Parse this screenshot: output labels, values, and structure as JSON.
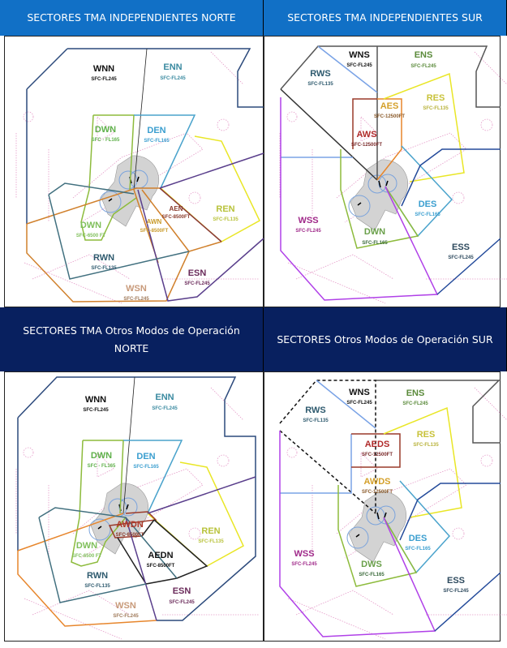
{
  "headers": [
    "SECTORES TMA INDEPENDIENTES NORTE",
    "SECTORES TMA INDEPENDIENTES SUR",
    "SECTORES TMA Otros Modos de Operación NORTE",
    "SECTORES Otros Modos de Operación SUR"
  ],
  "colors": {
    "header_top": "#1170c6",
    "header_bottom": "#08205f",
    "airport_area": "#d3d3d3",
    "airspace_lines": "#e59ac8"
  },
  "panels": [
    {
      "sectors": [
        {
          "name": "WNN",
          "limits": "SFC-FL245"
        },
        {
          "name": "ENN",
          "limits": "SFC-FL245"
        },
        {
          "name": "DWN",
          "limits": "SFC - FL165"
        },
        {
          "name": "DEN",
          "limits": "SFC-FL165"
        },
        {
          "name": "AEN",
          "limits": "SFC-8500FT"
        },
        {
          "name": "AWN",
          "limits": "SFC-8500FT"
        },
        {
          "name": "REN",
          "limits": "SFC-FL135"
        },
        {
          "name": "DWN",
          "limits": "SFC-6500 FT"
        },
        {
          "name": "RWN",
          "limits": "SFC-FL135"
        },
        {
          "name": "ESN",
          "limits": "SFC-FL245"
        },
        {
          "name": "WSN",
          "limits": "SFC-FL245"
        }
      ]
    },
    {
      "sectors": [
        {
          "name": "WNS",
          "limits": "SFC-FL245"
        },
        {
          "name": "ENS",
          "limits": "SFC-FL245"
        },
        {
          "name": "RWS",
          "limits": "SFC-FL135"
        },
        {
          "name": "RES",
          "limits": "SFC-FL135"
        },
        {
          "name": "AES",
          "limits": "SFC-12500FT"
        },
        {
          "name": "AWS",
          "limits": "SFC-12500FT"
        },
        {
          "name": "DES",
          "limits": "SFC-FL165"
        },
        {
          "name": "WSS",
          "limits": "SFC-FL245"
        },
        {
          "name": "DWN",
          "limits": "SFC-FL165"
        },
        {
          "name": "ESS",
          "limits": "SFC-FL245"
        }
      ]
    },
    {
      "sectors": [
        {
          "name": "WNN",
          "limits": "SFC-FL245"
        },
        {
          "name": "ENN",
          "limits": "SFC-FL245"
        },
        {
          "name": "DWN",
          "limits": "SFC - FL165"
        },
        {
          "name": "DEN",
          "limits": "SFC-FL165"
        },
        {
          "name": "AWDN",
          "limits": "SFC-8500FT"
        },
        {
          "name": "REN",
          "limits": "SFC-FL135"
        },
        {
          "name": "DWN",
          "limits": "SFC-6500 FT"
        },
        {
          "name": "AEDN",
          "limits": "SFC-8500FT"
        },
        {
          "name": "RWN",
          "limits": "SFC-FL135"
        },
        {
          "name": "ESN",
          "limits": "SFC-FL245"
        },
        {
          "name": "WSN",
          "limits": "SFC-FL245"
        }
      ]
    },
    {
      "sectors": [
        {
          "name": "WNS",
          "limits": "SFC-FL245"
        },
        {
          "name": "ENS",
          "limits": "SFC-FL245"
        },
        {
          "name": "RWS",
          "limits": "SFC-FL135"
        },
        {
          "name": "RES",
          "limits": "SFC-FL135"
        },
        {
          "name": "AEDS",
          "limits": "SFC-12500FT"
        },
        {
          "name": "AWDS",
          "limits": "SFC-12500FT"
        },
        {
          "name": "DES",
          "limits": "SFC-FL165"
        },
        {
          "name": "WSS",
          "limits": "SFC-FL245"
        },
        {
          "name": "DWS",
          "limits": "SFC-FL165"
        },
        {
          "name": "ESS",
          "limits": "SFC-FL245"
        }
      ]
    }
  ]
}
